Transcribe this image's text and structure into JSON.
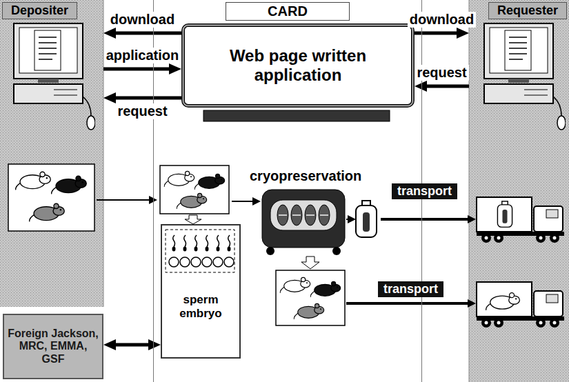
{
  "diagram": {
    "nodes": [
      {
        "text": [
          "Depositer"
        ]
      },
      {
        "text": [
          "CARD"
        ]
      },
      {
        "text": [
          "Requester"
        ]
      },
      {
        "text": [
          "Web page written application"
        ],
        "in": 1
      },
      {
        "text": [
          "sperm embryo"
        ],
        "in": 1
      },
      {
        "text": [
          "Foreign Jackson, MRC, EMMA, GSF"
        ]
      }
    ],
    "edges": [
      {
        "from": 3,
        "to": 0,
        "label": "download",
        "arrow": "to"
      },
      {
        "from": 0,
        "to": 3,
        "label": "application",
        "arrow": "to"
      },
      {
        "from": 3,
        "to": 0,
        "label": "request",
        "arrow": "to"
      },
      {
        "from": 3,
        "to": 2,
        "label": "download",
        "arrow": "to"
      },
      {
        "from": 2,
        "to": 3,
        "label": "request",
        "arrow": "to"
      },
      {
        "from": 5,
        "to": 4,
        "arrow": "both"
      }
    ],
    "labels": [
      "cryopreservation",
      "transport",
      "transport"
    ]
  }
}
